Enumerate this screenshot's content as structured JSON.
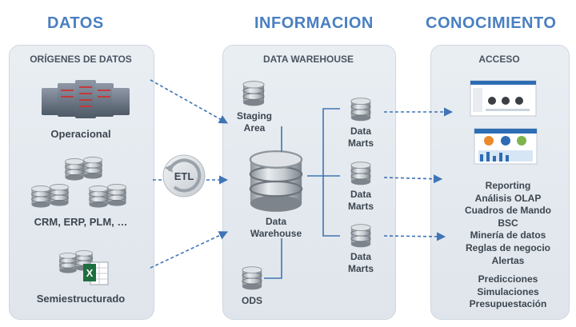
{
  "headers": {
    "datos": "DATOS",
    "informacion": "INFORMACION",
    "conocimiento": "CONOCIMIENTO"
  },
  "panels": {
    "origenes_title": "ORÍGENES DE DATOS",
    "warehouse_title": "DATA WAREHOUSE",
    "acceso_title": "ACCESO"
  },
  "sources": {
    "operacional": "Operacional",
    "crm": "CRM, ERP, PLM, …",
    "semi": "Semiestructurado",
    "excel_letter": "X"
  },
  "etl": "ETL",
  "warehouse": {
    "staging_1": "Staging",
    "staging_2": "Area",
    "dw_1": "Data",
    "dw_2": "Warehouse",
    "ods": "ODS"
  },
  "marts": [
    {
      "line1": "Data",
      "line2": "Marts"
    },
    {
      "line1": "Data",
      "line2": "Marts"
    },
    {
      "line1": "Data",
      "line2": "Marts"
    }
  ],
  "access_items": [
    "Reporting",
    "Análisis OLAP",
    "Cuadros de Mando",
    "BSC",
    "Minería de datos",
    "Reglas de negocio",
    "Alertas"
  ],
  "access_items_2": [
    "Predicciones",
    "Simulaciones",
    "Presupuestación"
  ],
  "colors": {
    "header_blue": "#4a7fc1",
    "arrow_blue": "#3f74b5",
    "panel_bg": "#e4e9ee",
    "text_dark": "#3d4650"
  }
}
